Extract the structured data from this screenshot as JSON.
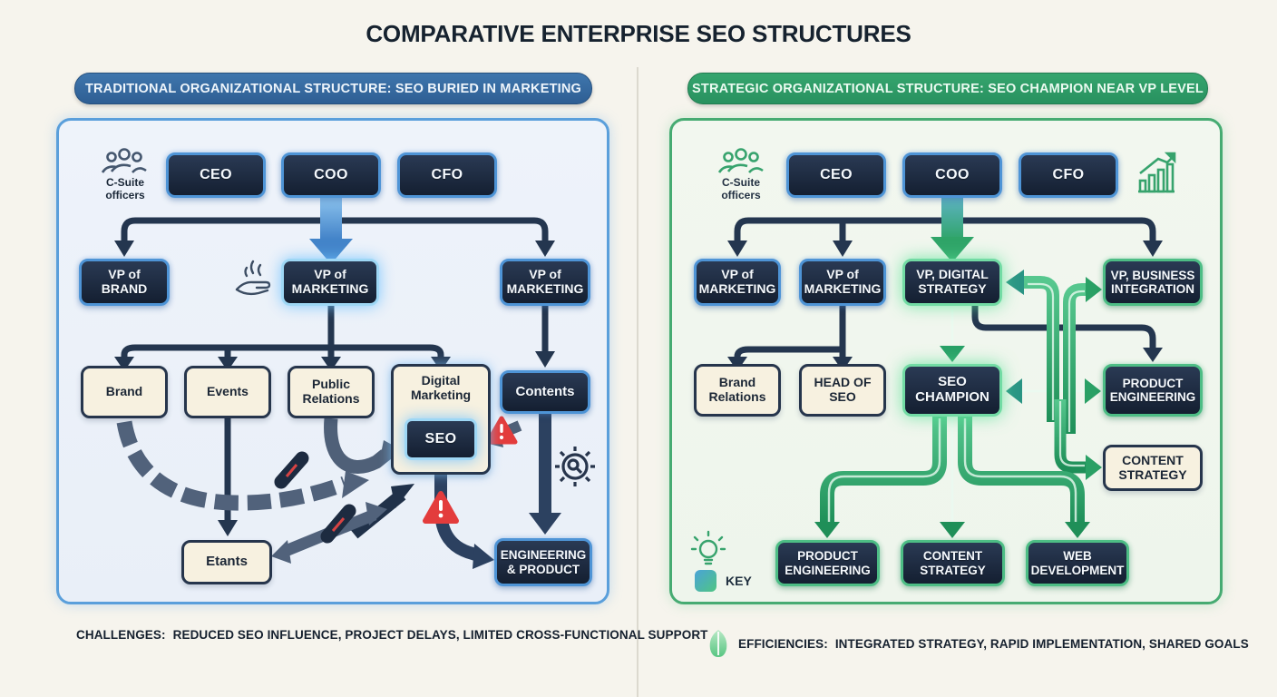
{
  "title": "COMPARATIVE ENTERPRISE SEO STRUCTURES",
  "colors": {
    "page_bg": "#f6f4ed",
    "blue_accent": "#3a6ea5",
    "green_accent": "#2f9e68",
    "dark_node": "#1e2c40",
    "cream_node": "#f7f1e0",
    "warning_red": "#e23b3b",
    "slate_arrow": "#4f6078"
  },
  "left": {
    "header": "TRADITIONAL ORGANIZATIONAL STRUCTURE: SEO BURIED IN MARKETING",
    "c_suite_label": "C-Suite officers",
    "ceo": "CEO",
    "coo": "COO",
    "cfo": "CFO",
    "vp_brand": "VP of BRAND",
    "vp_marketing_center": "VP of MARKETING",
    "vp_marketing_right": "VP of MARKETING",
    "brand": "Brand",
    "events": "Events",
    "public_relations": "Public Relations",
    "digital_marketing": "Digital Marketing",
    "seo": "SEO",
    "contents": "Contents",
    "etants": "Etants",
    "engineering_product": "ENGINEERING & PRODUCT",
    "caption_label": "CHALLENGES:",
    "caption_text": "REDUCED SEO INFLUENCE, PROJECT DELAYS, LIMITED CROSS-FUNCTIONAL SUPPORT"
  },
  "right": {
    "header": "STRATEGIC ORGANIZATIONAL STRUCTURE: SEO CHAMPION NEAR VP LEVEL",
    "c_suite_label": "C-Suite officers",
    "ceo": "CEO",
    "coo": "COO",
    "cfo": "CFO",
    "vp_marketing_1": "VP of MARKETING",
    "vp_marketing_2": "VP of MARKETING",
    "vp_digital_strategy": "VP, DIGITAL STRATEGY",
    "vp_business_integration": "VP, BUSINESS INTEGRATION",
    "brand_relations": "Brand Relations",
    "head_of_seo": "HEAD OF SEO",
    "seo_champion": "SEO CHAMPION",
    "product_engineering_mid": "PRODUCT ENGINEERING",
    "content_strategy_mid": "CONTENT STRATEGY",
    "product_engineering": "PRODUCT ENGINEERING",
    "content_strategy": "CONTENT STRATEGY",
    "web_development": "WEB DEVELOPMENT",
    "key_label": "KEY",
    "caption_label": "EFFICIENCIES:",
    "caption_text": "INTEGRATED STRATEGY, RAPID IMPLEMENTATION, SHARED GOALS"
  }
}
